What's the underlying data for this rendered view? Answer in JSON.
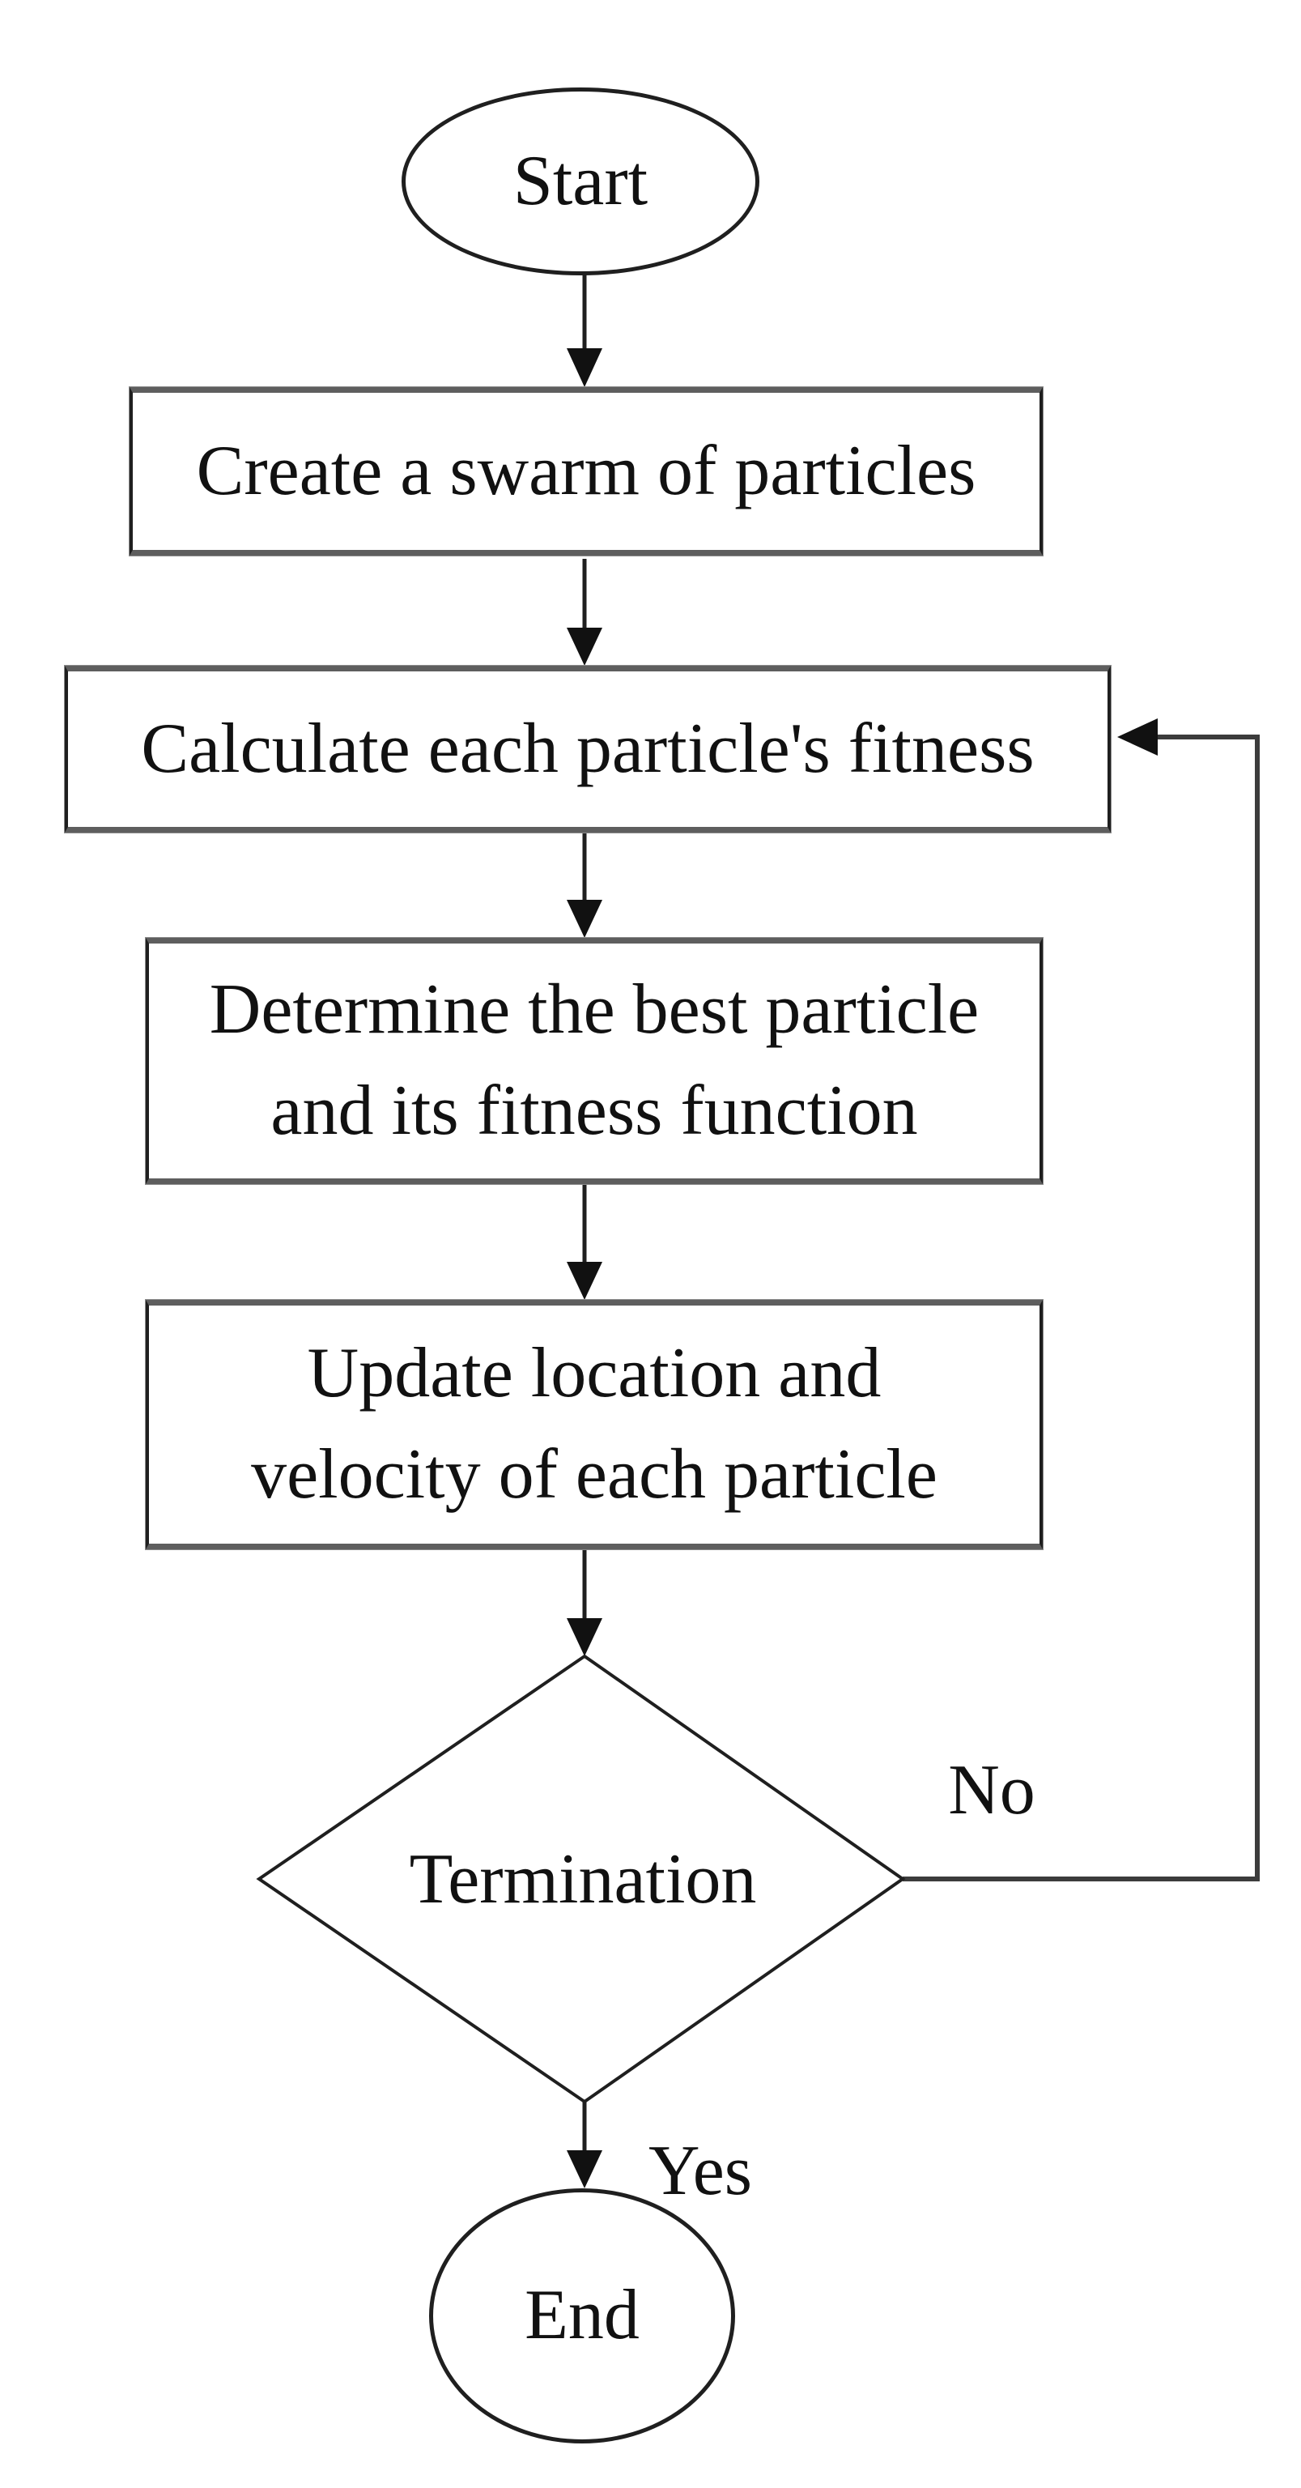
{
  "diagram": {
    "nodes": {
      "start": {
        "label": "Start",
        "shape": "terminator"
      },
      "create_swarm": {
        "label_lines": [
          "Create a swarm of particles"
        ],
        "shape": "process"
      },
      "calculate_fitness": {
        "label_lines": [
          "Calculate each particle's fitness"
        ],
        "shape": "process"
      },
      "determine_best": {
        "label_lines": [
          "Determine the best particle",
          "and its fitness function"
        ],
        "shape": "process"
      },
      "update_particles": {
        "label_lines": [
          "Update location and",
          "velocity of each particle"
        ],
        "shape": "process"
      },
      "termination": {
        "label": "Termination",
        "shape": "decision"
      },
      "end": {
        "label": "End",
        "shape": "terminator"
      }
    },
    "edge_labels": {
      "no": "No",
      "yes": "Yes"
    },
    "colors": {
      "stroke": "#1f1f1f",
      "border_shade": "#5e5e5e",
      "loop_line": "#3c3c3c",
      "arrowhead": "#111111",
      "background": "#ffffff",
      "text": "#111111"
    }
  }
}
